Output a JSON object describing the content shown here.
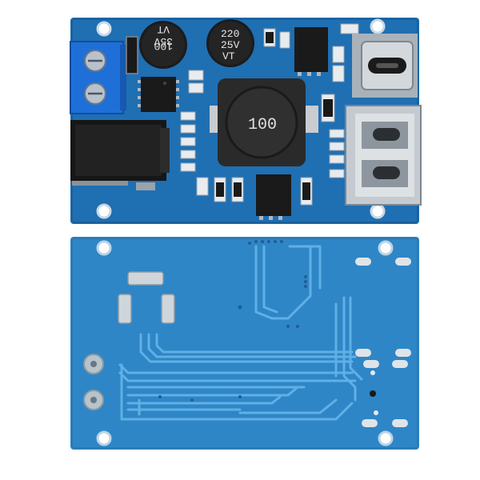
{
  "photo": {
    "background": "#ffffff",
    "pcb_color": "#1f6fb3",
    "pcb_back_color": "#2f86c6",
    "terminal_color": "#1e6fd8",
    "trace_color": "#5fb0e6"
  },
  "front_board": {
    "capacitor_left": {
      "line1": "100",
      "line2": "35V",
      "line3": "VT"
    },
    "capacitor_right": {
      "line1": "220",
      "line2": "25V",
      "line3": "VT"
    },
    "inductor_label": "100"
  }
}
